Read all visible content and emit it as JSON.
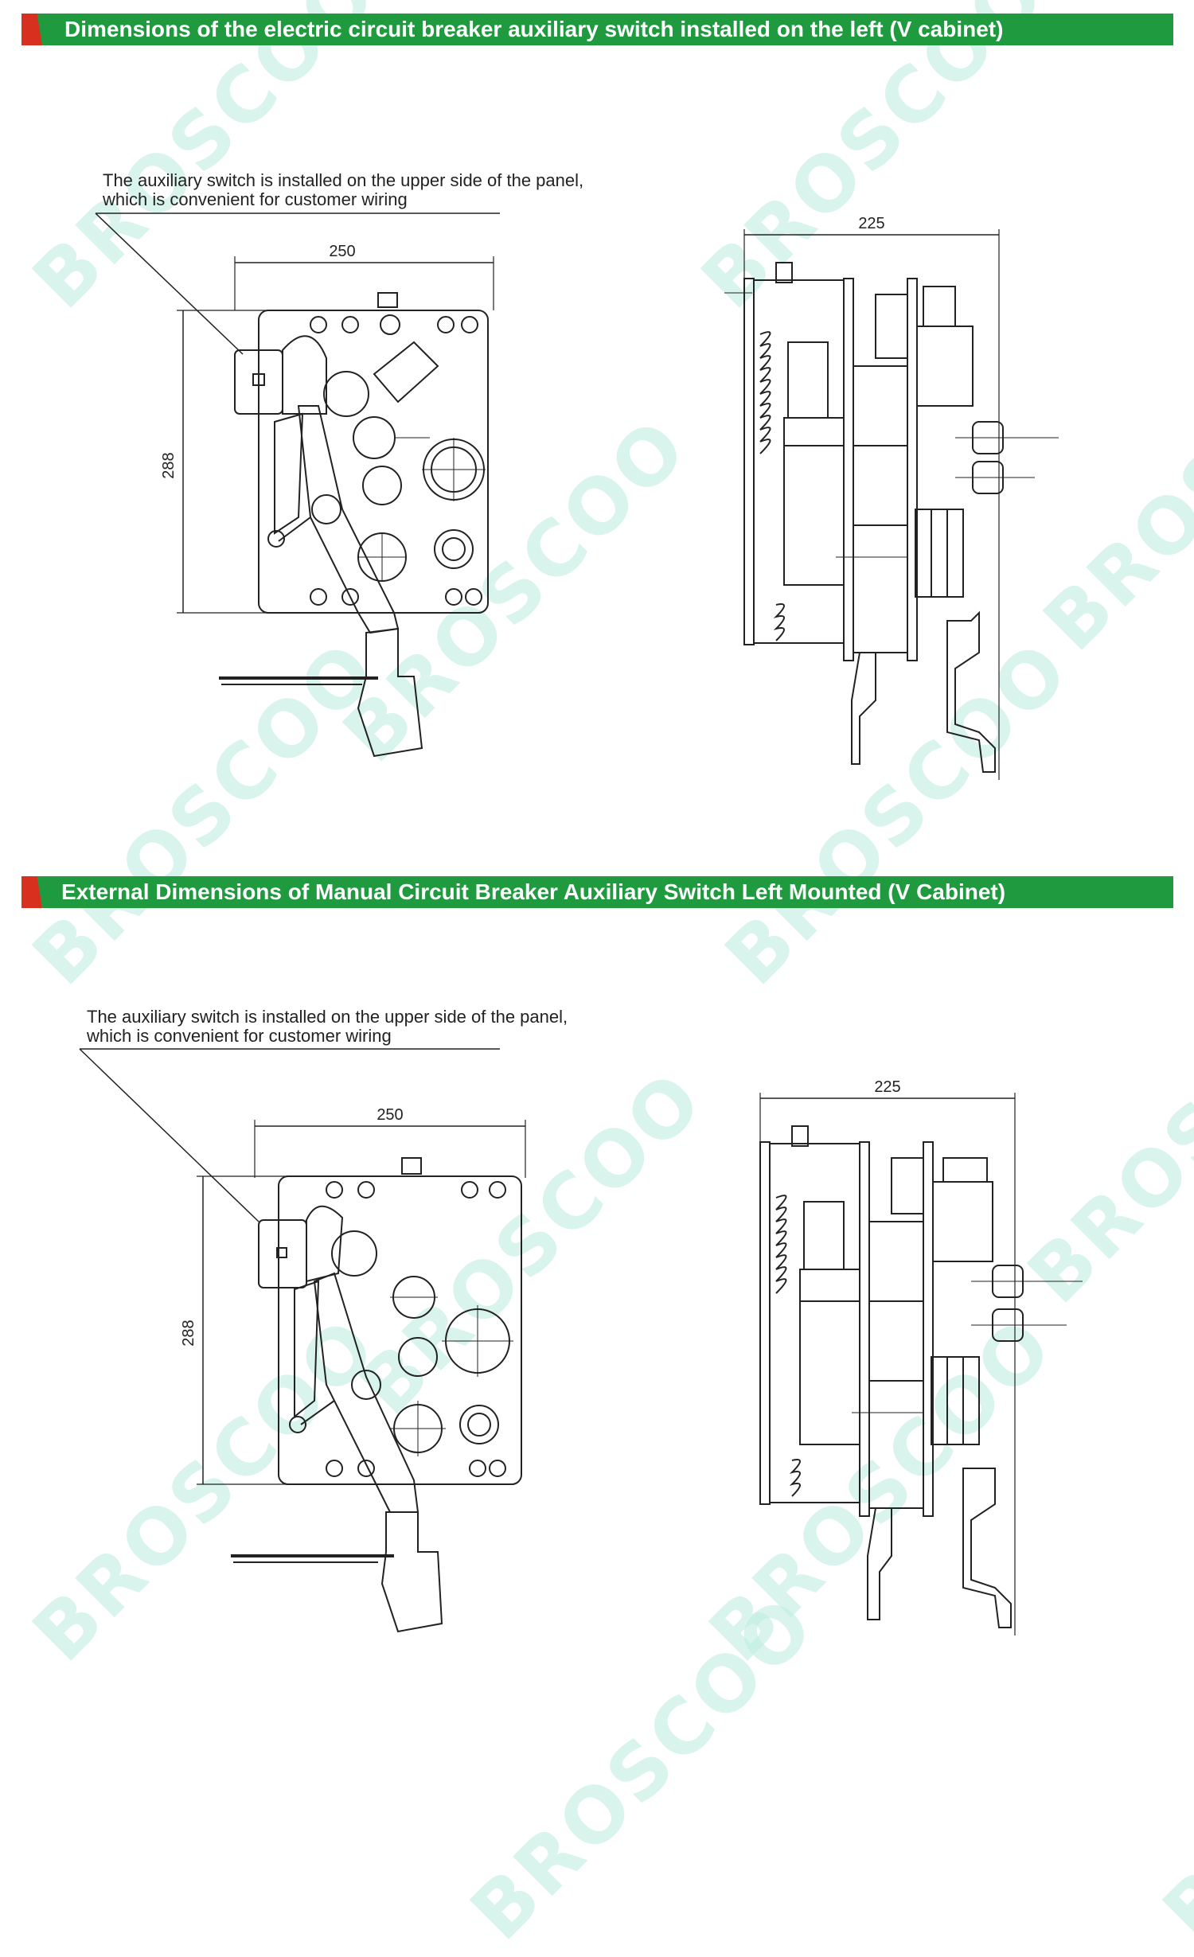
{
  "sections": [
    {
      "title": "Dimensions of the electric circuit breaker auxiliary switch installed on the left (V cabinet)",
      "note_line1": "The auxiliary switch is installed on the upper side of the panel,",
      "note_line2": "which is convenient for customer wiring",
      "front_width": "250",
      "front_height": "288",
      "side_width": "225"
    },
    {
      "title": "External Dimensions of Manual Circuit Breaker Auxiliary Switch Left Mounted (V Cabinet)",
      "note_line1": "The auxiliary switch is installed on the upper side of the panel,",
      "note_line2": "which is convenient for customer wiring",
      "front_width": "250",
      "front_height": "288",
      "side_width": "225"
    }
  ],
  "watermark": "BROSCOO",
  "colors": {
    "banner": "#1f9a3f",
    "accent": "#d8301f",
    "watermark": "#bfeee0"
  }
}
